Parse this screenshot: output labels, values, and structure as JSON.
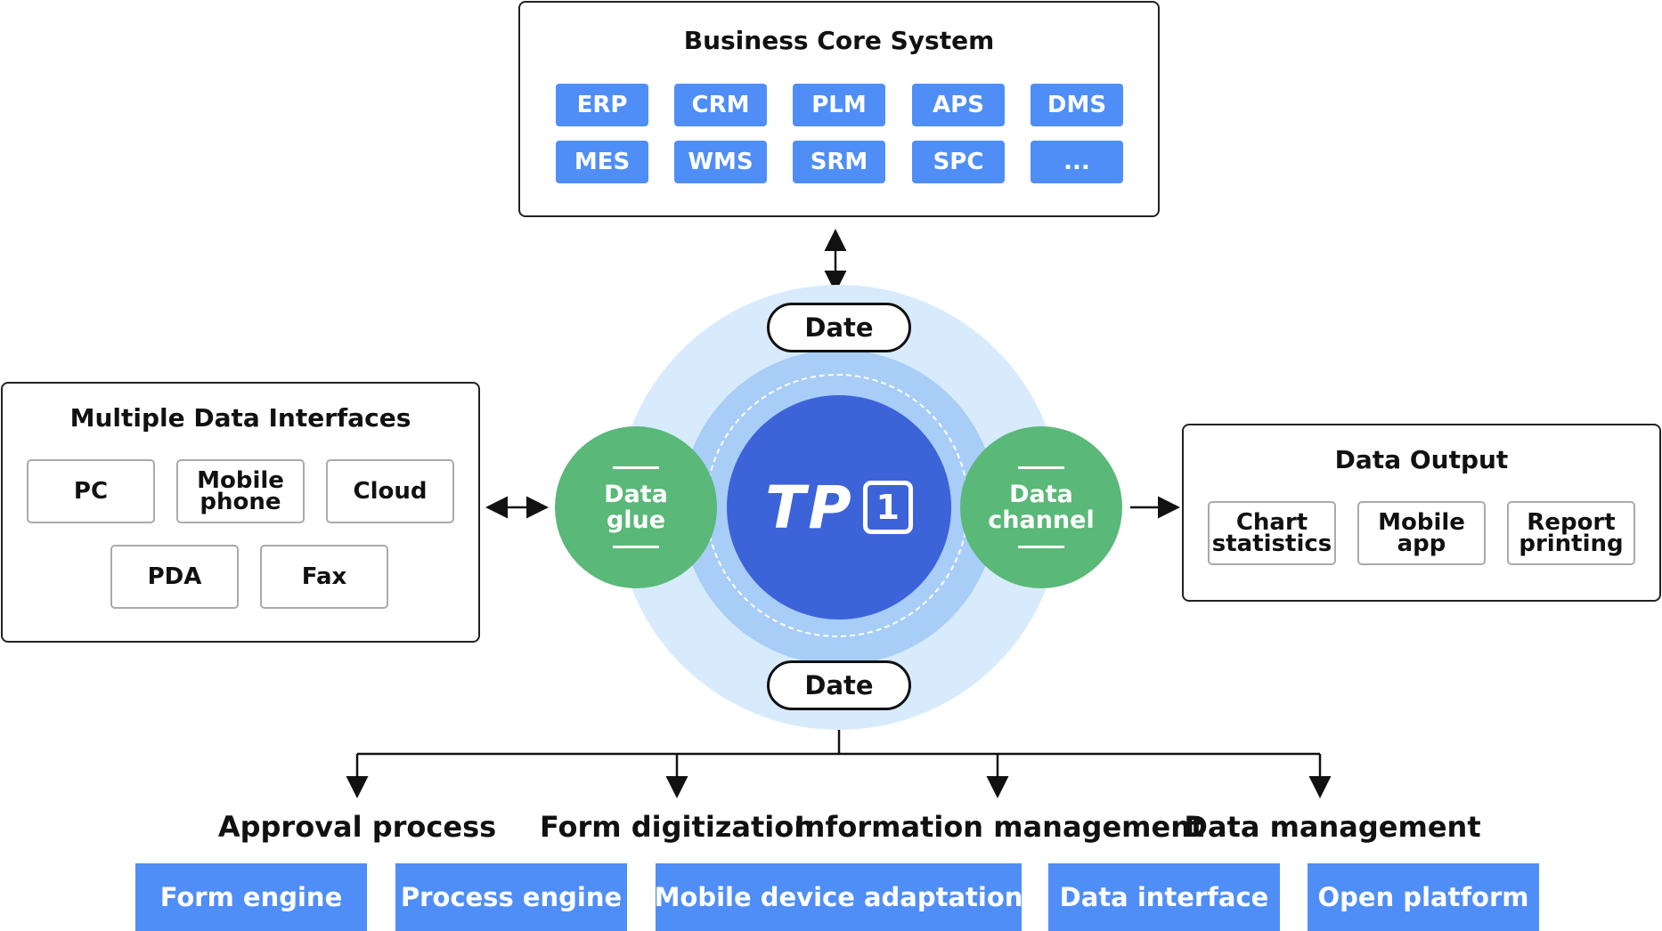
{
  "business_core": {
    "title": "Business Core System",
    "chips": [
      "ERP",
      "CRM",
      "PLM",
      "APS",
      "DMS",
      "MES",
      "WMS",
      "SRM",
      "SPC",
      "..."
    ]
  },
  "data_interfaces": {
    "title": "Multiple Data Interfaces",
    "items": [
      "PC",
      "Mobile phone",
      "Cloud",
      "PDA",
      "Fax"
    ]
  },
  "data_output": {
    "title": "Data Output",
    "items": [
      "Chart statistics",
      "Mobile app",
      "Report printing"
    ]
  },
  "hub": {
    "logo_text": "TP",
    "logo_badge": "1",
    "top_pill": "Date",
    "bottom_pill": "Date",
    "left_node": "Data glue",
    "right_node": "Data channel"
  },
  "categories": [
    "Approval process",
    "Form digitization",
    "Information management",
    "Data management"
  ],
  "features": [
    "Form engine",
    "Process engine",
    "Mobile device adaptation",
    "Data interface",
    "Open platform"
  ],
  "colors": {
    "chip_blue": "#4f8ef7",
    "hub_core": "#3d63d9",
    "ring_mid": "#a8cdf7",
    "ring_outer": "#d7ebfc",
    "node_green": "#5ab878"
  }
}
